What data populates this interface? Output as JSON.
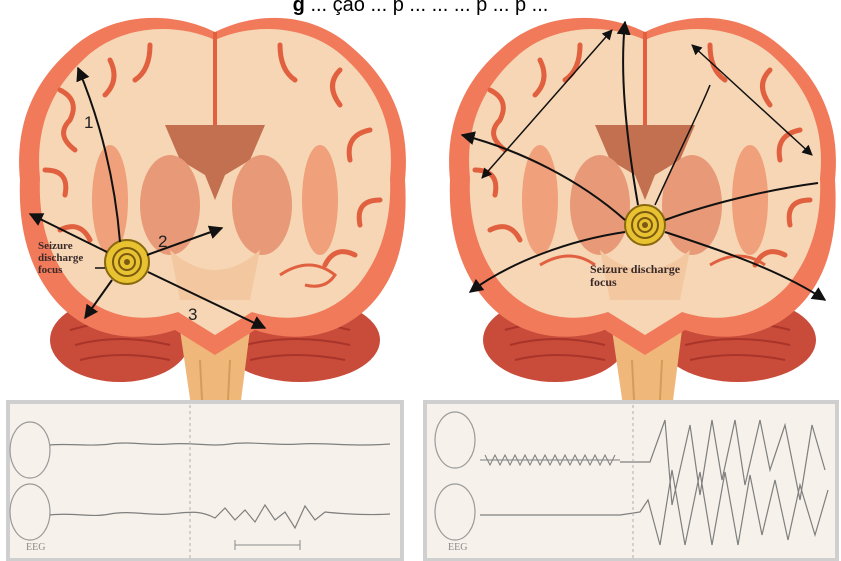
{
  "caption": {
    "prefix": "g",
    "rest": "  ... ção ... p ... ... ... p ... p ..."
  },
  "left_panel": {
    "pathway_numbers": [
      "1",
      "2",
      "3"
    ],
    "focus_label": "Seizure\ndischarge\nfocus",
    "eeg_label": "EEG"
  },
  "right_panel": {
    "focus_label": "Seizure discharge\nfocus",
    "eeg_label": "EEG"
  },
  "colors": {
    "cortex_outer": "#f07a5a",
    "cortex_inner": "#f6d6b4",
    "white_matter": "#f8e2c6",
    "deep_nuclei": "#d87a62",
    "cerebellum": "#c94b3a",
    "brainstem": "#efb87a",
    "focus": "#e8c230",
    "eeg_bg": "#f6f1ea",
    "eeg_frame": "#cfcfcf"
  }
}
